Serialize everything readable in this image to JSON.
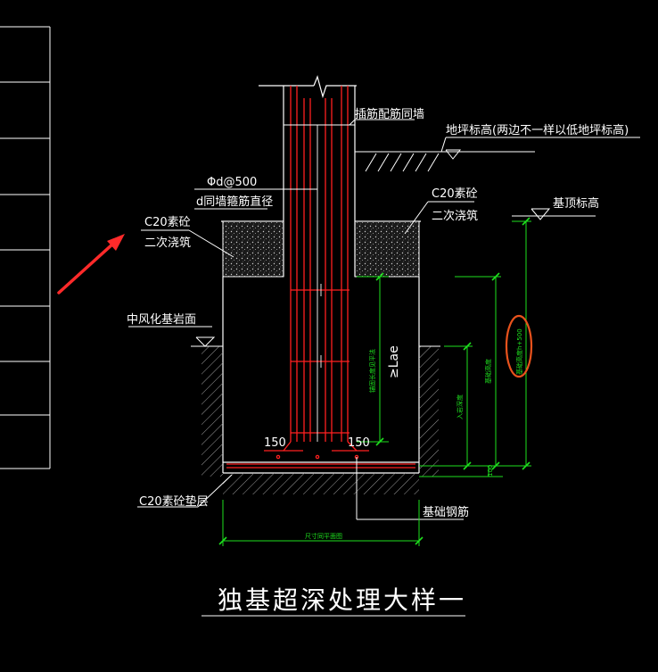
{
  "title": "独基超深处理大样一",
  "labels": {
    "rebar_wall": "插筋配筋同墙",
    "ground_level": "地坪标高(两边不一样以低地坪标高)",
    "rebar_spec_top": "Φd@500",
    "rebar_spec_bottom": "d同墙箍筋直径",
    "c20_left_line1": "C20素砼",
    "c20_left_line2": "二次浇筑",
    "c20_right_line1": "C20素砼",
    "c20_right_line2": "二次浇筑",
    "top_elevation": "基顶标高",
    "weathered_rock": "中风化基岩面",
    "lae": "≥Lae",
    "dim_left_150": "150",
    "dim_right_150": "150",
    "dim_100": "100",
    "c20_cushion": "C20素砼垫层",
    "foundation_rebar": "基础钢筋",
    "width_dim": "尺寸同平面图",
    "vdim_1": "锚固长度见平法",
    "vdim_2": "入岩深度",
    "vdim_3": "基础高度",
    "vdim_circled": "基础高度h+500"
  },
  "colors": {
    "background": "#000000",
    "line": "#ffffff",
    "rebar": "#ff2020",
    "dimension": "#1ee01e",
    "annotation": "#e8521c",
    "hatch": "#9a9a9a"
  },
  "icons": {
    "arrow": "red-arrow-icon",
    "highlight": "orange-ellipse-icon"
  }
}
